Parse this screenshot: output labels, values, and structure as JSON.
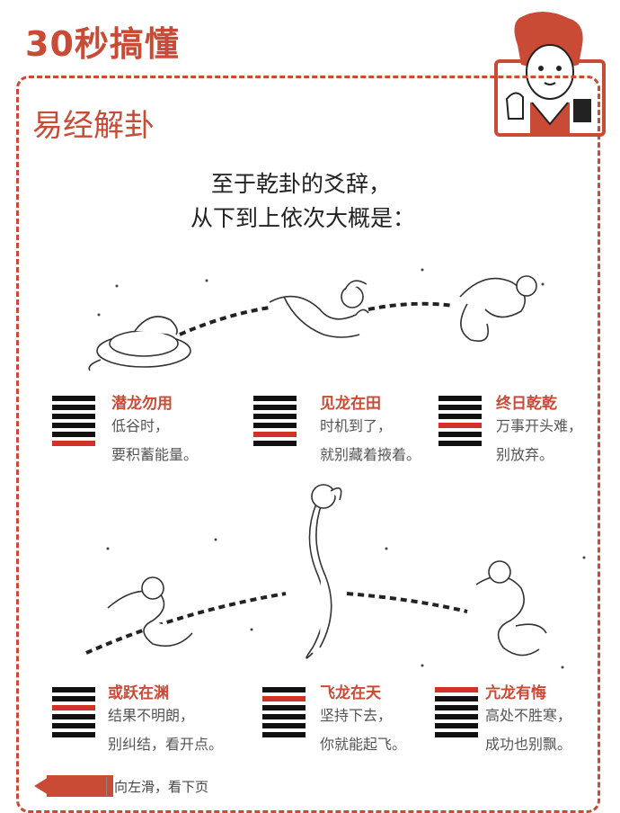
{
  "header": {
    "brand": "30秒搞懂",
    "section_title": "易经解卦"
  },
  "intro": {
    "line1": "至于乾卦的爻辞，",
    "line2": "从下到上依次大概是："
  },
  "lines": [
    {
      "name": "潜龙勿用",
      "desc1": "低谷时，",
      "desc2": "要积蓄能量。",
      "red_bar": 6
    },
    {
      "name": "见龙在田",
      "desc1": "时机到了，",
      "desc2": "就别藏着掖着。",
      "red_bar": 5
    },
    {
      "name": "终日乾乾",
      "desc1": "万事开头难，",
      "desc2": "别放弃。",
      "red_bar": 4
    },
    {
      "name": "或跃在渊",
      "desc1": "结果不明朗，",
      "desc2": "别纠结，看开点。",
      "red_bar": 3
    },
    {
      "name": "飞龙在天",
      "desc1": "坚持下去，",
      "desc2": "你就能起飞。",
      "red_bar": 2
    },
    {
      "name": "亢龙有悔",
      "desc1": "高处不胜寒，",
      "desc2": "成功也别飘。",
      "red_bar": 1
    }
  ],
  "footer": {
    "nav_text": "向左滑，看下页"
  },
  "colors": {
    "accent": "#c94a35",
    "bar_black": "#111111",
    "bar_red": "#d0322a"
  }
}
